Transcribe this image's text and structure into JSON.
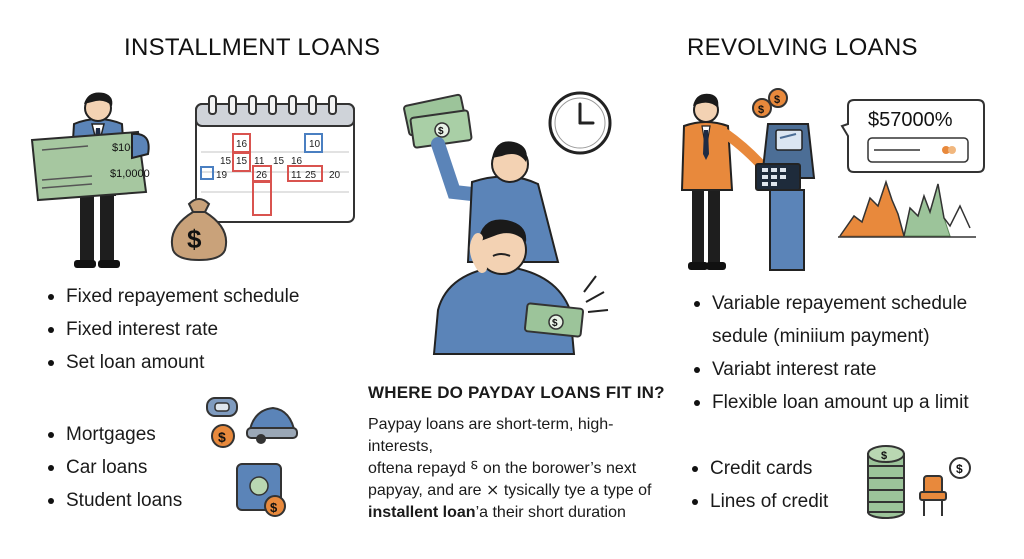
{
  "installment": {
    "title": "INSTALLMENT LOANS",
    "check_amounts": [
      "$10000",
      "$1,0000"
    ],
    "calendar_numbers": [
      "16",
      "10",
      "15",
      "15",
      "11",
      "15",
      "16",
      "19",
      "26",
      "11",
      "25",
      "20"
    ],
    "features": [
      "Fixed repayement schedule",
      "Fixed interest rate",
      "Set loan amount"
    ],
    "examples": [
      "Mortgages",
      "Car loans",
      "Student loans"
    ]
  },
  "payday": {
    "heading": "WHERE DO PAYDAY LOANS FIT IN?",
    "body_lines": [
      "Paypay loans are short-term, high-interests,",
      "oftena repayd ⸹ on the borower’s next",
      "papyay, and are ⨯ tysically tye a type of"
    ],
    "body_last_bold": "installent loan",
    "body_last_rest": "’a their short duration"
  },
  "revolving": {
    "title": "REVOLVING LOANS",
    "card_amount": "$57000%",
    "features": [
      "Variable repayement schedule",
      "sedule (miniium payment)",
      "Variabt interest rate",
      "Flexible loan amount up a limit"
    ],
    "examples": [
      "Credit cards",
      "Lines of credit"
    ]
  },
  "colors": {
    "blue": "#5b84b8",
    "orange": "#e8893c",
    "green": "#9cc49a",
    "calendar_red": "#d9534f",
    "calendar_blue": "#4a7fc1"
  },
  "icons": [
    "person-with-check-icon",
    "calendar-icon",
    "money-bag-icon",
    "clock-icon",
    "stressed-people-icon",
    "cash-icon",
    "atm-person-icon",
    "credit-card-bubble-icon",
    "area-chart-icon",
    "coin-stack-icon",
    "chair-icon"
  ]
}
